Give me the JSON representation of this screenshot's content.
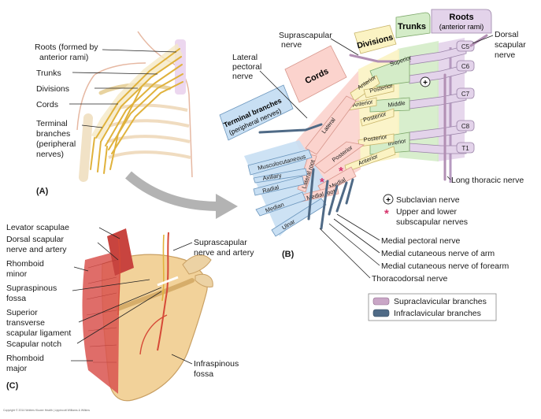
{
  "panel_a": {
    "letter": "(A)",
    "labels": {
      "roots_1": "Roots (formed by",
      "roots_2": "anterior rami)",
      "trunks": "Trunks",
      "divisions": "Divisions",
      "cords": "Cords",
      "terminal_1": "Terminal",
      "terminal_2": "branches",
      "terminal_3": "(peripheral",
      "terminal_4": "nerves)"
    }
  },
  "panel_b": {
    "letter": "(B)",
    "headers": {
      "roots": "Roots",
      "roots_sub": "(anterior rami)",
      "trunks": "Trunks",
      "divisions": "Divisions",
      "cords": "Cords",
      "terminal": "Terminal branches",
      "terminal_sub": "(peripheral nerves)"
    },
    "roots": [
      "C5",
      "C6",
      "C7",
      "C8",
      "T1"
    ],
    "trunks": [
      "Superior",
      "Middle",
      "Inferior"
    ],
    "divisions": [
      "Anterior",
      "Posterior",
      "Anterior",
      "Posterior",
      "Posterior",
      "Anterior"
    ],
    "cords": [
      "Lateral",
      "Posterior",
      "Medial"
    ],
    "roots_of_median": [
      "Lateral root",
      "Medial root"
    ],
    "terminal_branches": [
      "Musculocutaneous",
      "Axillary",
      "Radial",
      "Median",
      "Ulnar"
    ],
    "callouts": {
      "suprascapular_1": "Suprascapular",
      "suprascapular_2": "nerve",
      "lateral_pectoral_1": "Lateral",
      "lateral_pectoral_2": "pectoral",
      "lateral_pectoral_3": "nerve",
      "dorsal_1": "Dorsal",
      "dorsal_2": "scapular",
      "dorsal_3": "nerve",
      "long_thoracic": "Long thoracic nerve",
      "medial_pectoral": "Medial pectoral nerve",
      "med_cut_arm": "Medial cutaneous nerve of arm",
      "med_cut_forearm": "Medial cutaneous nerve of forearm",
      "thoracodorsal": "Thoracodorsal nerve"
    },
    "symbol_key": {
      "plus_symbol": "+",
      "subclavian": "Subclavian nerve",
      "star_symbol": "*",
      "subscap_1": "Upper and lower",
      "subscap_2": "subscapular nerves"
    },
    "legend": [
      {
        "label": "Supraclavicular branches",
        "color": "#c9a6c6"
      },
      {
        "label": "Infraclavicular branches",
        "color": "#4f6a86"
      }
    ]
  },
  "panel_c": {
    "letter": "(C)",
    "left_labels": {
      "levator": "Levator scapulae",
      "dorsal_1": "Dorsal scapular",
      "dorsal_2": "nerve and artery",
      "rh_minor_1": "Rhomboid",
      "rh_minor_2": "minor",
      "supraspinous_1": "Supraspinous",
      "supraspinous_2": "fossa",
      "stsl_1": "Superior",
      "stsl_2": "transverse",
      "stsl_3": "scapular ligament",
      "notch": "Scapular notch",
      "rh_major_1": "Rhomboid",
      "rh_major_2": "major"
    },
    "right_labels": {
      "supra_1": "Suprascapular",
      "supra_2": "nerve and artery",
      "infra_1": "Infraspinous",
      "infra_2": "fossa"
    }
  },
  "colors": {
    "roots": "#e3d3ea",
    "trunks": "#d4ecc8",
    "divisions": "#fbf3c3",
    "cords": "#fbd3cd",
    "terminal": "#c8dff3",
    "supraclavicular": "#c9a6c6",
    "infraclavicular": "#4f6a86",
    "bone": "#f2d29a",
    "muscle": "#d9534f",
    "star": "#d6336c"
  },
  "copyright": "Copyright © 2014 Wolters Kluwer Health | Lippincott Williams & Wilkins"
}
